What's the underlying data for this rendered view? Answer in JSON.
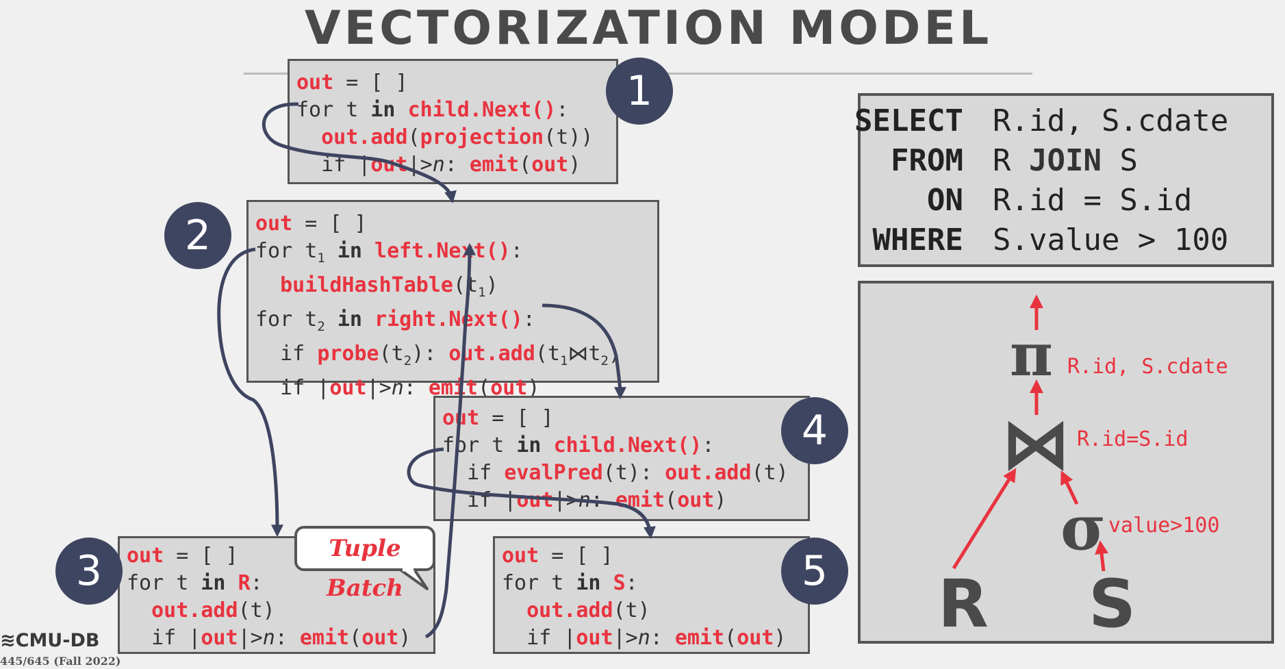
{
  "slide": {
    "title": "VECTORIZATION MODEL",
    "footer": {
      "logo": "CMU-DB",
      "course": "445/645 (Fall 2022)"
    }
  },
  "operators": [
    {
      "badge": "1",
      "lines": [
        [
          {
            "t": "out",
            "s": "r"
          },
          {
            "t": " = [ ]"
          }
        ],
        [
          {
            "t": "for t "
          },
          {
            "t": "in",
            "s": "k"
          },
          {
            "t": " "
          },
          {
            "t": "child.Next()",
            "s": "r"
          },
          {
            "t": ":"
          }
        ],
        [
          {
            "t": "  "
          },
          {
            "t": "out.add",
            "s": "r"
          },
          {
            "t": "("
          },
          {
            "t": "projection",
            "s": "r"
          },
          {
            "t": "(t))"
          }
        ],
        [
          {
            "t": "  if |"
          },
          {
            "t": "out",
            "s": "r"
          },
          {
            "t": "|>"
          },
          {
            "t": "n",
            "s": "i"
          },
          {
            "t": ": "
          },
          {
            "t": "emit",
            "s": "r"
          },
          {
            "t": "("
          },
          {
            "t": "out",
            "s": "r"
          },
          {
            "t": ")"
          }
        ]
      ]
    },
    {
      "badge": "2",
      "lines": [
        [
          {
            "t": "out",
            "s": "r"
          },
          {
            "t": " = [ ]"
          }
        ],
        [
          {
            "t": "for t"
          },
          {
            "t": "1",
            "s": "sub"
          },
          {
            "t": " "
          },
          {
            "t": "in",
            "s": "k"
          },
          {
            "t": " "
          },
          {
            "t": "left.Next()",
            "s": "r"
          },
          {
            "t": ":"
          }
        ],
        [
          {
            "t": "  "
          },
          {
            "t": "buildHashTable",
            "s": "r"
          },
          {
            "t": "(t"
          },
          {
            "t": "1",
            "s": "sub"
          },
          {
            "t": ")"
          }
        ],
        [
          {
            "t": "for t"
          },
          {
            "t": "2",
            "s": "sub"
          },
          {
            "t": " "
          },
          {
            "t": "in",
            "s": "k"
          },
          {
            "t": " "
          },
          {
            "t": "right.Next()",
            "s": "r"
          },
          {
            "t": ":"
          }
        ],
        [
          {
            "t": "  if "
          },
          {
            "t": "probe",
            "s": "r"
          },
          {
            "t": "(t"
          },
          {
            "t": "2",
            "s": "sub"
          },
          {
            "t": "): "
          },
          {
            "t": "out.add",
            "s": "r"
          },
          {
            "t": "(t"
          },
          {
            "t": "1",
            "s": "sub"
          },
          {
            "t": "⋈t"
          },
          {
            "t": "2",
            "s": "sub"
          },
          {
            "t": ")"
          }
        ],
        [
          {
            "t": "  if |"
          },
          {
            "t": "out",
            "s": "r"
          },
          {
            "t": "|>"
          },
          {
            "t": "n",
            "s": "i"
          },
          {
            "t": ": "
          },
          {
            "t": "emit",
            "s": "r"
          },
          {
            "t": "("
          },
          {
            "t": "out",
            "s": "r"
          },
          {
            "t": ")"
          }
        ]
      ]
    },
    {
      "badge": "3",
      "lines": [
        [
          {
            "t": "out",
            "s": "r"
          },
          {
            "t": " = [ ]"
          }
        ],
        [
          {
            "t": "for t "
          },
          {
            "t": "in",
            "s": "k"
          },
          {
            "t": " "
          },
          {
            "t": "R",
            "s": "r"
          },
          {
            "t": ":"
          }
        ],
        [
          {
            "t": "  "
          },
          {
            "t": "out.add",
            "s": "r"
          },
          {
            "t": "(t)"
          }
        ],
        [
          {
            "t": "  if |"
          },
          {
            "t": "out",
            "s": "r"
          },
          {
            "t": "|>"
          },
          {
            "t": "n",
            "s": "i"
          },
          {
            "t": ": "
          },
          {
            "t": "emit",
            "s": "r"
          },
          {
            "t": "("
          },
          {
            "t": "out",
            "s": "r"
          },
          {
            "t": ")"
          }
        ]
      ]
    },
    {
      "badge": "4",
      "lines": [
        [
          {
            "t": "out",
            "s": "r"
          },
          {
            "t": " = [ ]"
          }
        ],
        [
          {
            "t": "for t "
          },
          {
            "t": "in",
            "s": "k"
          },
          {
            "t": " "
          },
          {
            "t": "child.Next()",
            "s": "r"
          },
          {
            "t": ":"
          }
        ],
        [
          {
            "t": "  if "
          },
          {
            "t": "evalPred",
            "s": "r"
          },
          {
            "t": "(t): "
          },
          {
            "t": "out.add",
            "s": "r"
          },
          {
            "t": "(t)"
          }
        ],
        [
          {
            "t": "  if |"
          },
          {
            "t": "out",
            "s": "r"
          },
          {
            "t": "|>"
          },
          {
            "t": "n",
            "s": "i"
          },
          {
            "t": ": "
          },
          {
            "t": "emit",
            "s": "r"
          },
          {
            "t": "("
          },
          {
            "t": "out",
            "s": "r"
          },
          {
            "t": ")"
          }
        ]
      ]
    },
    {
      "badge": "5",
      "lines": [
        [
          {
            "t": "out",
            "s": "r"
          },
          {
            "t": " = [ ]"
          }
        ],
        [
          {
            "t": "for t "
          },
          {
            "t": "in",
            "s": "k"
          },
          {
            "t": " "
          },
          {
            "t": "S",
            "s": "r"
          },
          {
            "t": ":"
          }
        ],
        [
          {
            "t": "  "
          },
          {
            "t": "out.add",
            "s": "r"
          },
          {
            "t": "(t)"
          }
        ],
        [
          {
            "t": "  if |"
          },
          {
            "t": "out",
            "s": "r"
          },
          {
            "t": "|>"
          },
          {
            "t": "n",
            "s": "i"
          },
          {
            "t": ": "
          },
          {
            "t": "emit",
            "s": "r"
          },
          {
            "t": "("
          },
          {
            "t": "out",
            "s": "r"
          },
          {
            "t": ")"
          }
        ]
      ]
    }
  ],
  "callout": {
    "text": "Tuple Batch"
  },
  "sql": [
    {
      "keyword": "SELECT",
      "rest": "R.id, S.cdate"
    },
    {
      "keyword": "FROM",
      "rest_parts": [
        {
          "t": "R "
        },
        {
          "t": "JOIN",
          "s": "k"
        },
        {
          "t": " S"
        }
      ]
    },
    {
      "keyword": "ON",
      "rest": "R.id = S.id"
    },
    {
      "keyword": "WHERE",
      "rest": "S.value > 100"
    }
  ],
  "plan": {
    "projection": {
      "symbol": "π",
      "label": "R.id, S.cdate"
    },
    "join": {
      "symbol": "⋈",
      "label": "R.id=S.id"
    },
    "selection": {
      "symbol": "σ",
      "label": "value>100"
    },
    "left_table": "R",
    "right_table": "S"
  },
  "colors": {
    "accent": "#e8333f",
    "badge": "#3e4561",
    "box": "#d8d8d8",
    "border": "#555555",
    "arrow": "#3e4561"
  }
}
